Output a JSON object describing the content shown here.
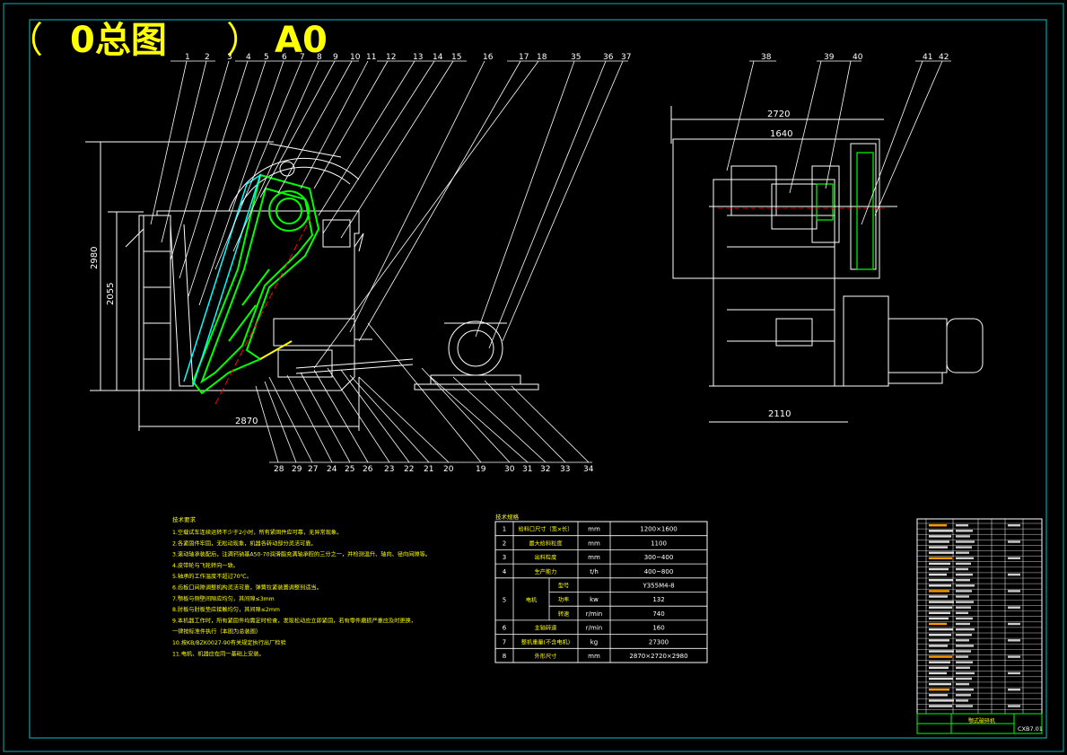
{
  "header": {
    "title_paren_open": "（",
    "title_num": "0总图",
    "title_paren_close": "）",
    "title_code": "A0"
  },
  "left_view": {
    "part_numbers_top": [
      "1",
      "2",
      "3",
      "4",
      "5",
      "6",
      "7",
      "8",
      "9",
      "10",
      "11",
      "12",
      "13",
      "14",
      "15",
      "16",
      "17",
      "18",
      "35",
      "36",
      "37"
    ],
    "part_numbers_bottom": [
      "28",
      "29",
      "27",
      "24",
      "25",
      "26",
      "23",
      "22",
      "21",
      "20",
      "19",
      "30",
      "31",
      "32",
      "33",
      "34"
    ],
    "dim_height_total": "2980",
    "dim_height_inner": "2055",
    "dim_width": "2870"
  },
  "right_view": {
    "part_numbers_top": [
      "38",
      "39",
      "40",
      "41",
      "42"
    ],
    "dim_width_top": "2720",
    "dim_width_mid": "1640",
    "dim_width_bottom": "2110"
  },
  "tech_requirements": {
    "heading": "技术要求",
    "items": [
      "1.空载试车连续运转不少于2小时，所有紧固件应可靠，无异常现象。",
      "2.各紧固件牢固，无松动现象，机器各转动部分灵活可靠。",
      "3.滚动轴承装配后，注满钙钠基A50-70润滑脂充满轴承腔的三分之一，并检测温升、轴向、径向间隙等。",
      "4.皮带轮与飞轮转向一致。",
      "5.轴承的工作温度不超过70℃。",
      "6.齿板口间隙调整机构灵活可靠，弹簧拉紧装置调整到适当。",
      "7.颚板与侧壁间隙应均匀，其间隙≤3mm",
      "8.肘板与肘板垫应接触均匀，其间隙≤2mm",
      "9.本机器工作时，所有紧固件均需定时检查，发现松动应立即紧固，若有零件磨损严重应及时更换，",
      "一律按标准件执行（本图为总装图）",
      "10.按KB/BZK0027-90有关规定执行出厂检验",
      "11.电机、机器应在同一基础上安装。"
    ]
  },
  "tech_specs": {
    "heading": "技术规格",
    "rows": [
      {
        "no": "1",
        "name": "给料口尺寸（宽×长）",
        "sub": "",
        "unit": "mm",
        "value": "1200×1600"
      },
      {
        "no": "2",
        "name": "最大给料粒度",
        "sub": "",
        "unit": "mm",
        "value": "1100"
      },
      {
        "no": "3",
        "name": "出料粒度",
        "sub": "",
        "unit": "mm",
        "value": "300~400"
      },
      {
        "no": "4",
        "name": "生产能力",
        "sub": "",
        "unit": "t/h",
        "value": "400~800"
      },
      {
        "no": "5",
        "name": "电机",
        "sub": "型号",
        "unit": "",
        "value": "Y355M4-8"
      },
      {
        "no": "",
        "name": "",
        "sub": "功率",
        "unit": "kw",
        "value": "132"
      },
      {
        "no": "",
        "name": "",
        "sub": "转速",
        "unit": "r/min",
        "value": "740"
      },
      {
        "no": "6",
        "name": "主轴转速",
        "sub": "",
        "unit": "r/min",
        "value": "160"
      },
      {
        "no": "7",
        "name": "整机重量(不含电机)",
        "sub": "",
        "unit": "kg",
        "value": "27300"
      },
      {
        "no": "8",
        "name": "外形尺寸",
        "sub": "",
        "unit": "mm",
        "value": "2870×2720×2980"
      }
    ]
  },
  "title_block": {
    "drawing_name": "颚式破碎机",
    "drawing_code": "CXB7.01"
  },
  "colors": {
    "green": "#00ff00",
    "yellow": "#ffff00",
    "cyan": "#00ffff",
    "red": "#ff0000",
    "white": "#ffffff",
    "border_cyan": "#00c8c8"
  }
}
